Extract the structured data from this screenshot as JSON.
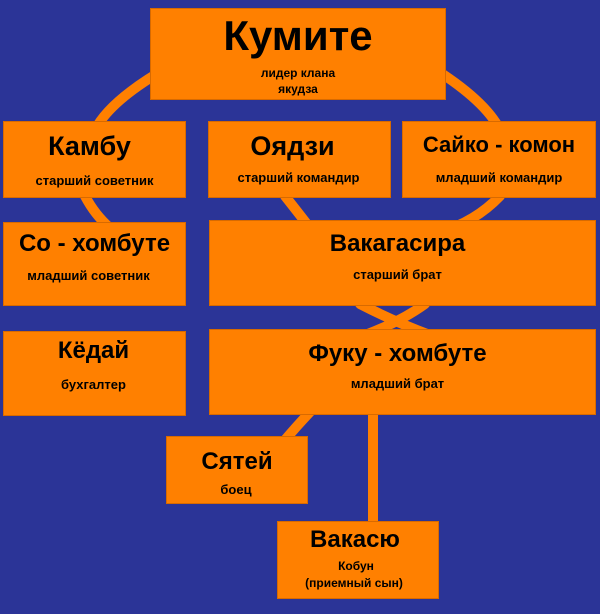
{
  "colors": {
    "background": "#2b3497",
    "box": "#ff8000",
    "connector": "#ff8000"
  },
  "nodes": {
    "kumite": {
      "title": "Кумите",
      "line1": "лидер клана",
      "line2": "якудза"
    },
    "kambu": {
      "title": "Камбу",
      "subtitle": "старший советник"
    },
    "oyadzi": {
      "title": "Оядзи",
      "subtitle": "старший командир"
    },
    "saiko": {
      "title": "Сайко - комон",
      "subtitle": "младший командир"
    },
    "so_hombute": {
      "title": "Со - хомбуте",
      "subtitle": "младший советник"
    },
    "wakagashira": {
      "title": "Вакагасира",
      "subtitle": "старший брат"
    },
    "kyodai": {
      "title": "Кёдай",
      "subtitle": "бухгалтер"
    },
    "fuku_hombute": {
      "title": "Фуку - хомбуте",
      "subtitle": "младший брат"
    },
    "satei": {
      "title": "Сятей",
      "subtitle": "боец"
    },
    "wakasyu": {
      "title": "Вакасю",
      "line1": "Кобун",
      "line2": "(приемный сын)"
    }
  }
}
